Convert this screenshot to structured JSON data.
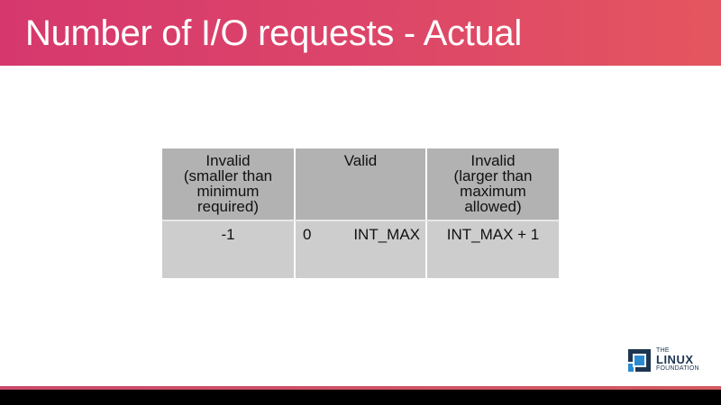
{
  "slide": {
    "title": "Number of I/O requests - Actual"
  },
  "table": {
    "headers": [
      {
        "line1": "Invalid",
        "line2": "(smaller than",
        "line3": "minimum",
        "line4": "required)"
      },
      {
        "line1": "Valid"
      },
      {
        "line1": "Invalid",
        "line2": "(larger than",
        "line3": "maximum",
        "line4": "allowed)"
      }
    ],
    "row": {
      "invalid_low": "-1",
      "valid_min": "0",
      "valid_max": "INT_MAX",
      "invalid_high": "INT_MAX + 1"
    }
  },
  "logo": {
    "line1": "THE",
    "line2": "LINUX",
    "line3": "FOUNDATION",
    "colors": {
      "dark_blue": "#1e3550",
      "light_blue": "#2a8bd0"
    }
  },
  "theme": {
    "header_gradient_start": "#d6386d",
    "header_gradient_end": "#e4565f",
    "header_cell_bg": "#b2b2b2",
    "body_cell_bg": "#cdcdcd"
  }
}
